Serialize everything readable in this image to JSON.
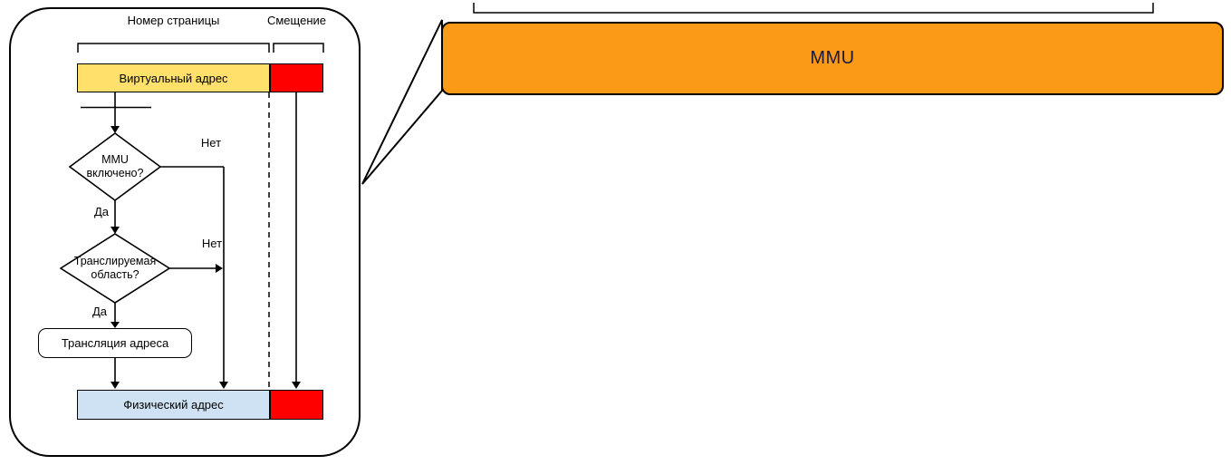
{
  "mmu": {
    "label": "MMU"
  },
  "flowchart": {
    "page_number_label": "Номер страницы",
    "offset_label": "Смещение",
    "virtual_address_label": "Виртуальный адрес",
    "decision_mmu": {
      "line1": "MMU",
      "line2": "включено?",
      "yes": "Да",
      "no": "Нет"
    },
    "decision_region": {
      "line1": "Транслируемая",
      "line2": "область?",
      "yes": "Да",
      "no": "Нет"
    },
    "process_label": "Трансляция адреса",
    "physical_address_label": "Физический адрес"
  },
  "colors": {
    "mmu_box_fill": "#FB9A17",
    "virtual_page_fill": "#FFE06A",
    "offset_fill": "#FF0000",
    "physical_frame_fill": "#CFE2F3"
  }
}
